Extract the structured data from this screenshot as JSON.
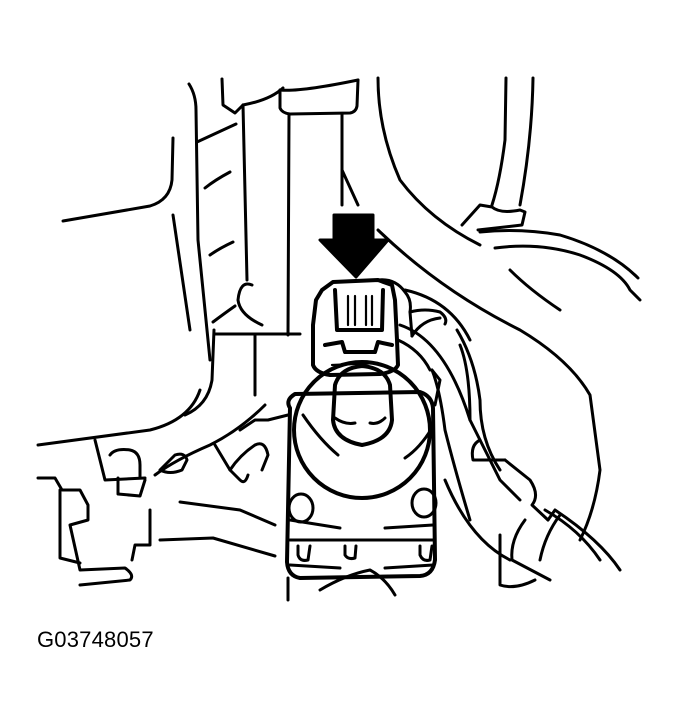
{
  "figure": {
    "id_label": "G03748057",
    "subject": "Connector on valve assembly (arrow indicates connector to disconnect)",
    "style": "black line art on white",
    "colors": {
      "line": "#000000",
      "background": "#ffffff"
    },
    "callouts": [
      {
        "type": "arrow",
        "direction": "down",
        "target": "electrical-connector"
      }
    ]
  }
}
